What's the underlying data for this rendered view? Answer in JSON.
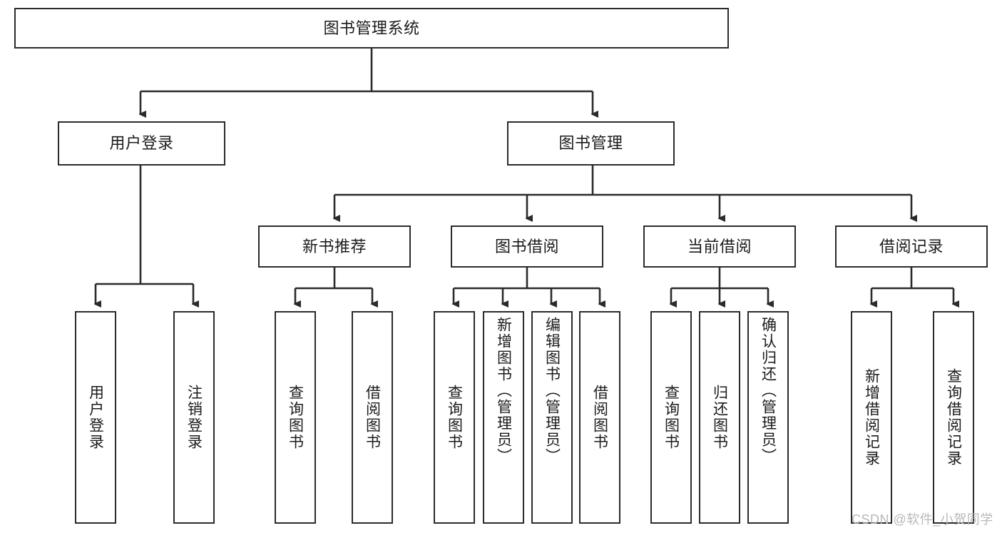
{
  "diagram": {
    "title": "图书管理系统",
    "type": "tree-diagram",
    "watermark": "CSDN @软件_小贺同学",
    "colors": {
      "stroke": "#2b2b2b",
      "fill": "#ffffff",
      "text": "#1b1b1b",
      "watermark": "#b8b8b8"
    },
    "root": {
      "label": "图书管理系统"
    },
    "level1": [
      {
        "label": "用户登录"
      },
      {
        "label": "图书管理"
      }
    ],
    "level2": [
      {
        "label": "新书推荐"
      },
      {
        "label": "图书借阅"
      },
      {
        "label": "当前借阅"
      },
      {
        "label": "借阅记录"
      }
    ],
    "leaves": {
      "user_login": [
        {
          "label": "用户登录"
        },
        {
          "label": "注销登录"
        }
      ],
      "new_book": [
        {
          "label": "查询图书"
        },
        {
          "label": "借阅图书"
        }
      ],
      "book_borrow": [
        {
          "label": "查询图书"
        },
        {
          "label": "新增图书（管理员）"
        },
        {
          "label": "编辑图书（管理员）"
        },
        {
          "label": "借阅图书"
        }
      ],
      "current_borrow": [
        {
          "label": "查询图书"
        },
        {
          "label": "归还图书"
        },
        {
          "label": "确认归还（管理员）"
        }
      ],
      "borrow_record": [
        {
          "label": "新增借阅记录"
        },
        {
          "label": "查询借阅记录"
        }
      ]
    }
  }
}
